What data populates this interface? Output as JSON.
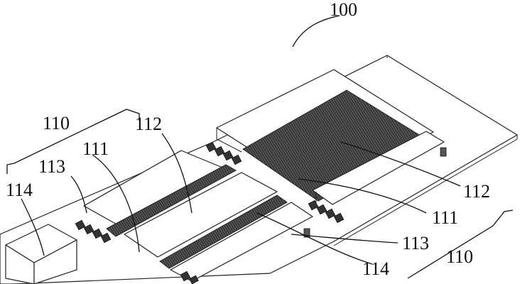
{
  "figure": {
    "labels": {
      "assembly_top": "100",
      "group_left": "110",
      "memory_left": "112",
      "board_left": "111",
      "connector_left": "113",
      "heatsink_left": "114",
      "memory_right": "112",
      "board_right": "111",
      "connector_right": "113",
      "heatsink_right": "114",
      "group_right": "110"
    }
  }
}
